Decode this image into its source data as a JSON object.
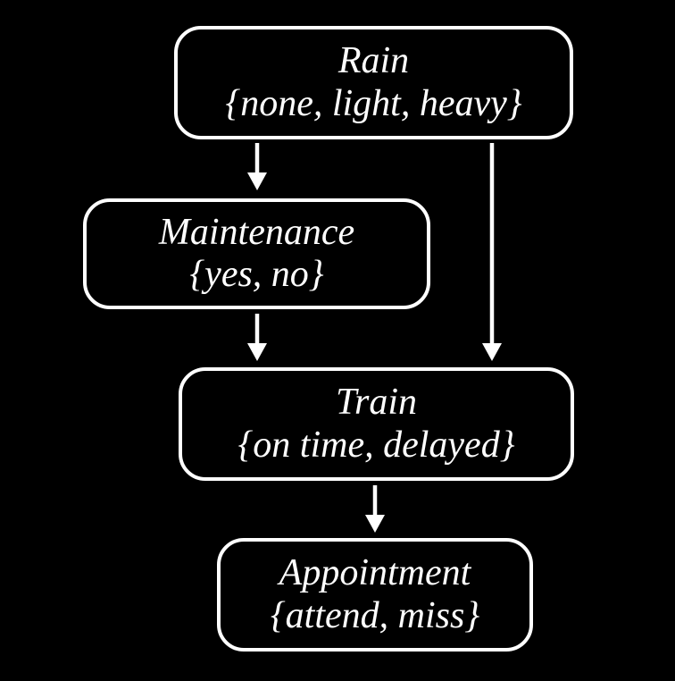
{
  "diagram": {
    "nodes": [
      {
        "id": "rain",
        "label": "Rain",
        "values": "{none, light, heavy}"
      },
      {
        "id": "maintenance",
        "label": "Maintenance",
        "values": "{yes, no}"
      },
      {
        "id": "train",
        "label": "Train",
        "values": "{on time, delayed}"
      },
      {
        "id": "appointment",
        "label": "Appointment",
        "values": "{attend, miss}"
      }
    ],
    "edges": [
      {
        "from": "rain",
        "to": "maintenance"
      },
      {
        "from": "rain",
        "to": "train"
      },
      {
        "from": "maintenance",
        "to": "train"
      },
      {
        "from": "train",
        "to": "appointment"
      }
    ],
    "colors": {
      "background": "#000000",
      "node_border": "#ffffff",
      "text": "#ffffff",
      "arrow": "#ffffff"
    }
  }
}
